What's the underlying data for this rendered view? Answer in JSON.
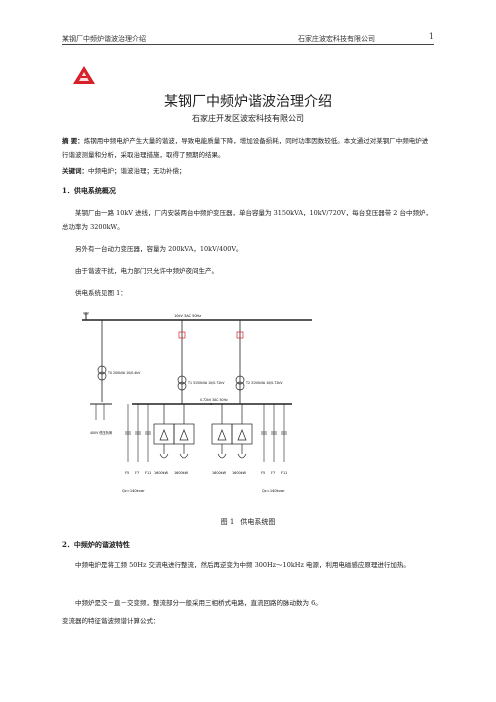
{
  "header": {
    "left": "某钢厂中频炉谐波治理介绍",
    "mid": "石家庄波宏科技有限公司",
    "page": "1"
  },
  "title": "某钢厂中频炉谐波治理介绍",
  "subtitle": "石家庄开发区波宏科技有限公司",
  "abstract": {
    "label": "摘 要：",
    "text": "炼钢用中频电炉产生大量的谐波，导致电能质量下降，增加设备损耗，同时功率因数较低。本文通过对某钢厂中频电炉进行谐波测量和分析，采取治理措施，取得了预期的结果。"
  },
  "keywords": {
    "label": "关键词：",
    "text": "中频电炉；谐波治理；无功补偿；"
  },
  "sec1": "1．供电系统概况",
  "p1": "某钢厂由一路 10kV 进线，厂内安装两台中频炉变压器，单台容量为 3150kVA，10kV/720V，每台变压器带 2 台中频炉，总功率为 3200kW。",
  "p2": "另外有一台动力变压器，容量为 200kVA，10kV/400V。",
  "p3": "由于谐波干扰，电力部门只允许中频炉夜间生产。",
  "p4": "供电系统见图 1：",
  "diagram": {
    "bus10": "10kV 3AC 50Hz",
    "bus720": "0.72kV 3AC 50Hz",
    "t1": "T0 200kVA 10/0.4kV",
    "t2": "T1 3150kVA 10/0.72kV",
    "t3": "T2 3150kVA 10/0.72kV",
    "filters_left": [
      "F5",
      "F7",
      "F11"
    ],
    "filters_right": [
      "F5",
      "F7",
      "F11"
    ],
    "furnaces": [
      "1600kW",
      "1600kW",
      "1600kW",
      "1600kW"
    ],
    "q_left": "Qc=140kvar",
    "q_right": "Qc=140kvar",
    "low_load": "400V 低压负荷"
  },
  "caption": {
    "num": "图 1",
    "text": "供电系统图"
  },
  "sec2": "2．中频炉的谐波特性",
  "p5": "中频电炉是将工频 50Hz 交流电进行整流，然后再逆变为中频 300Hz～10kHz 电源，利用电磁感应原理进行加热。",
  "p6": "中频炉是交－直－交变频，整流部分一般采用三相桥式电路，直流回路的脉动数为 6。",
  "p7": "变流器的特征谐波频谱计算公式：",
  "colors": {
    "logo": "#d6202a",
    "line": "#222222",
    "breaker": "#d6202a"
  }
}
